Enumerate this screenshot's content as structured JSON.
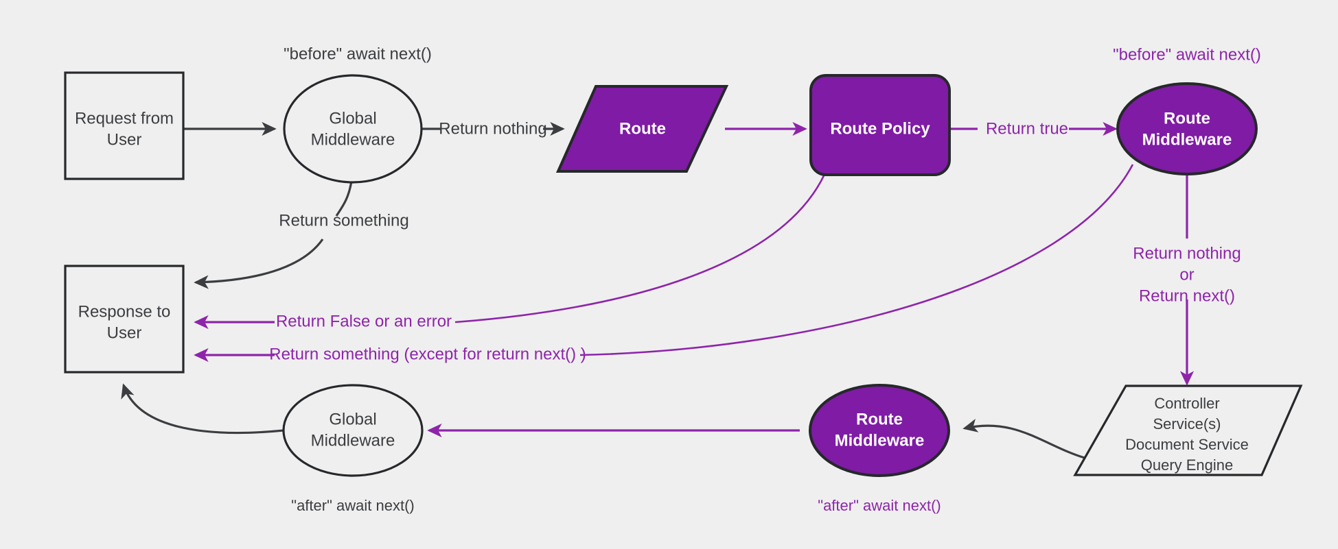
{
  "diagram": {
    "title": "Request lifecycle middleware flow",
    "background_color": "#efefef",
    "accent_purple": "#7f1ba5",
    "line_purple": "#8e24aa",
    "line_dark": "#3b3d40",
    "nodes": {
      "request_from_user": {
        "line1": "Request from",
        "line2": "User",
        "shape": "rectangle",
        "style": "light"
      },
      "global_middleware_top": {
        "line1": "Global",
        "line2": "Middleware",
        "shape": "ellipse",
        "style": "light"
      },
      "route": {
        "line1": "Route",
        "shape": "parallelogram",
        "style": "purple"
      },
      "route_policy": {
        "line1": "Route Policy",
        "shape": "rounded-rectangle",
        "style": "purple"
      },
      "route_middleware_top": {
        "line1": "Route",
        "line2": "Middleware",
        "shape": "ellipse",
        "style": "purple"
      },
      "controller_stack": {
        "line1": "Controller",
        "line2": "Service(s)",
        "line3": "Document Service",
        "line4": "Query Engine",
        "shape": "parallelogram",
        "style": "light"
      },
      "route_middleware_bottom": {
        "line1": "Route",
        "line2": "Middleware",
        "shape": "ellipse",
        "style": "purple"
      },
      "global_middleware_bottom": {
        "line1": "Global",
        "line2": "Middleware",
        "shape": "ellipse",
        "style": "light"
      },
      "response_to_user": {
        "line1": "Response to",
        "line2": "User",
        "shape": "rectangle",
        "style": "light"
      }
    },
    "annotations": {
      "before_await_next_global": "\"before\" await next()",
      "before_await_next_route": "\"before\" await next()",
      "after_await_next_global": "\"after\" await next()",
      "after_await_next_route": "\"after\" await next()"
    },
    "edge_labels": {
      "return_nothing_global": "Return nothing",
      "return_something_global": "Return something",
      "return_true": "Return true",
      "return_false_or_error": "Return False or an error",
      "return_something_except": "Return something (except for return next() )",
      "return_nothing_route": "Return nothing",
      "or": "or",
      "return_next": "Return next()"
    }
  }
}
